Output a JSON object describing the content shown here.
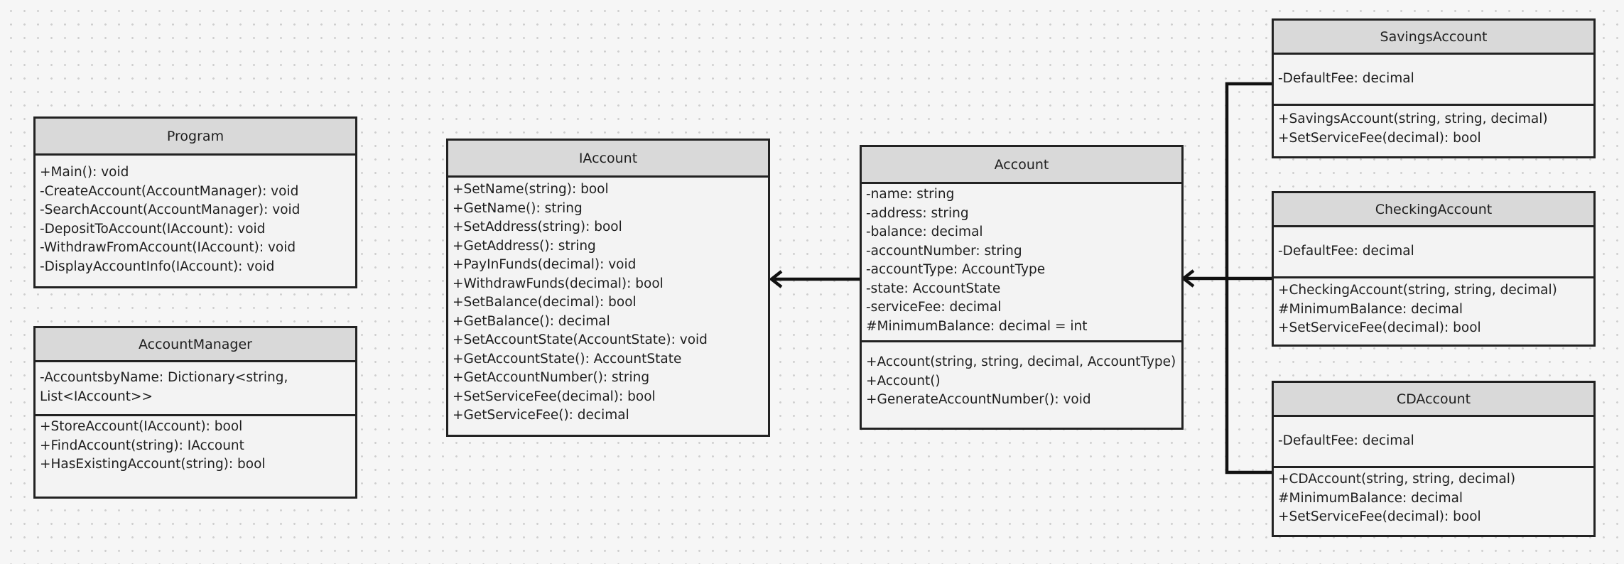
{
  "classes": {
    "program": {
      "name": "Program",
      "attributes": [],
      "methods": [
        "+Main(): void",
        "-CreateAccount(AccountManager): void",
        "-SearchAccount(AccountManager): void",
        "-DepositToAccount(IAccount): void",
        "-WithdrawFromAccount(IAccount): void",
        "-DisplayAccountInfo(IAccount): void"
      ]
    },
    "account_manager": {
      "name": "AccountManager",
      "attributes": [
        "-AccountsbyName: Dictionary<string, List<IAccount>>"
      ],
      "methods": [
        "+StoreAccount(IAccount): bool",
        "+FindAccount(string): IAccount",
        "+HasExistingAccount(string): bool"
      ]
    },
    "iaccount": {
      "name": "IAccount",
      "methods": [
        "+SetName(string): bool",
        "+GetName(): string",
        "+SetAddress(string): bool",
        "+GetAddress(): string",
        "+PayInFunds(decimal): void",
        "+WithdrawFunds(decimal): bool",
        "+SetBalance(decimal): bool",
        "+GetBalance(): decimal",
        "+SetAccountState(AccountState): void",
        "+GetAccountState(): AccountState",
        "+GetAccountNumber(): string",
        "+SetServiceFee(decimal): bool",
        "+GetServiceFee(): decimal"
      ]
    },
    "account": {
      "name": "Account",
      "attributes": [
        "-name: string",
        "-address: string",
        "-balance: decimal",
        "-accountNumber: string",
        "-accountType: AccountType",
        "-state: AccountState",
        "-serviceFee: decimal",
        "#MinimumBalance: decimal = int"
      ],
      "methods": [
        "+Account(string, string, decimal, AccountType)",
        "+Account()",
        "+GenerateAccountNumber(): void"
      ]
    },
    "savings_account": {
      "name": "SavingsAccount",
      "attributes": [
        "-DefaultFee: decimal"
      ],
      "methods": [
        "+SavingsAccount(string, string, decimal)",
        "+SetServiceFee(decimal): bool"
      ]
    },
    "checking_account": {
      "name": "CheckingAccount",
      "attributes": [
        "-DefaultFee: decimal"
      ],
      "methods": [
        "+CheckingAccount(string, string, decimal)",
        "#MinimumBalance: decimal",
        "+SetServiceFee(decimal): bool"
      ]
    },
    "cd_account": {
      "name": "CDAccount",
      "attributes": [
        "-DefaultFee: decimal"
      ],
      "methods": [
        "+CDAccount(string, string, decimal)",
        "#MinimumBalance: decimal",
        "+SetServiceFee(decimal): bool"
      ]
    }
  },
  "colors": {
    "background": "#f6f6f6",
    "box_fill": "#f3f3f3",
    "header_fill": "#d9d9d9",
    "stroke": "#222222"
  }
}
